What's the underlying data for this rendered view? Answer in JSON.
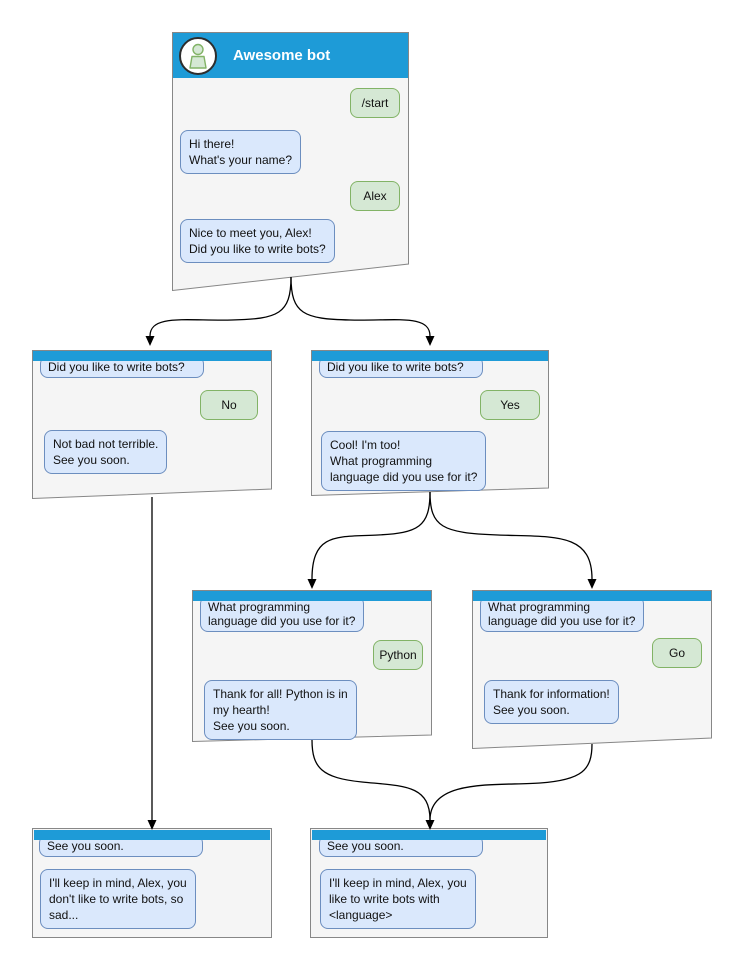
{
  "colors": {
    "header_blue": "#1E9BD7",
    "window_bg": "#F5F5F5",
    "window_border": "#878787",
    "bot_bubble_bg": "#DAE8FC",
    "bot_bubble_border": "#6C8EBF",
    "user_bubble_bg": "#D5E8D4",
    "user_bubble_border": "#82B366",
    "arrow_color": "#000000",
    "title_text": "#FFFFFF",
    "avatar_bg": "#FFFFFF",
    "avatar_border": "#2D2D2D"
  },
  "nodes": {
    "root": {
      "title": "Awesome bot",
      "avatar_icon": "person-icon",
      "messages": {
        "start_command": "/start",
        "greeting": "Hi there!\nWhat's your name?",
        "name_answer": "Alex",
        "ask_write_bots": "Nice to meet you, Alex!\nDid you like to write bots?"
      }
    },
    "branch_no": {
      "context": "Did you like to write bots?",
      "answer": "No",
      "reply": "Not bad not terrible.\nSee you soon."
    },
    "branch_yes": {
      "context": "Did you like to write bots?",
      "answer": "Yes",
      "reply": "Cool! I'm too!\nWhat programming\nlanguage did you use for it?"
    },
    "branch_python": {
      "context": "What programming\nlanguage did you use for it?",
      "answer": "Python",
      "reply": "Thank for all! Python is in\nmy hearth!\nSee you soon."
    },
    "branch_go": {
      "context": "What programming\nlanguage did you use for it?",
      "answer": "Go",
      "reply": "Thank for information!\nSee you soon."
    },
    "end_no": {
      "context": "See you soon.",
      "reply": "I'll keep in mind, Alex, you\ndon't like to write bots, so\nsad..."
    },
    "end_yes": {
      "context": "See you soon.",
      "reply": "I'll keep in mind, Alex, you\nlike to write bots with\n<language>"
    }
  }
}
